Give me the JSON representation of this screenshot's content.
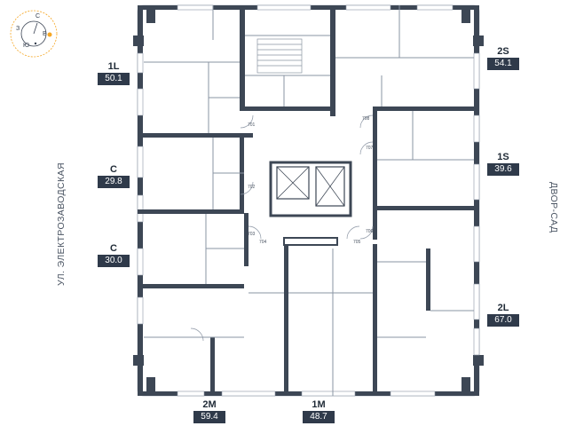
{
  "compass": {
    "north": "С",
    "south": "Ю",
    "west": "З",
    "east": "В",
    "sun_color": "#f5a623"
  },
  "streets": {
    "left": "УЛ. ЭЛЕКТРОЗАВОДСКАЯ",
    "right": "ДВОР-САД"
  },
  "apartments": [
    {
      "type": "1L",
      "area": "50.1"
    },
    {
      "type": "C",
      "area": "29.8"
    },
    {
      "type": "C",
      "area": "30.0"
    },
    {
      "type": "2M",
      "area": "59.4"
    },
    {
      "type": "1M",
      "area": "48.7"
    },
    {
      "type": "2S",
      "area": "54.1"
    },
    {
      "type": "1S",
      "area": "39.6"
    },
    {
      "type": "2L",
      "area": "67.0"
    }
  ],
  "doors": [
    "701",
    "702",
    "703",
    "704",
    "705",
    "706",
    "707",
    "708"
  ],
  "colors": {
    "wall": "#3d4755",
    "label_bg": "#2f3a4a",
    "thin_line": "#8a94a3"
  }
}
